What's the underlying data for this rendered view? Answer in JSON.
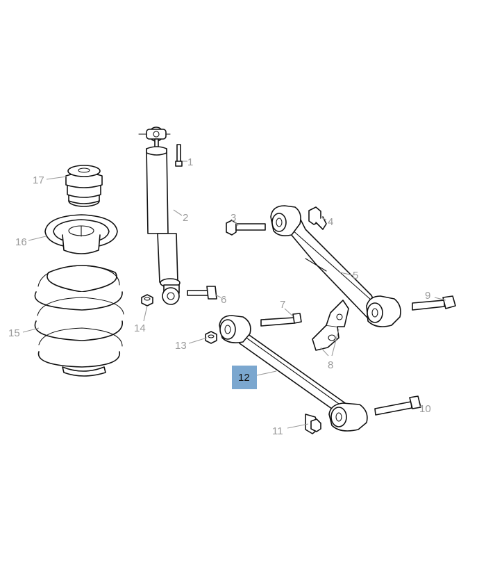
{
  "diagram": {
    "highlight_color": "#7ba7cf",
    "label_color": "#9a9a9a",
    "highlighted_part": "12",
    "callouts": [
      {
        "id": "c1",
        "label": "1"
      },
      {
        "id": "c2",
        "label": "2"
      },
      {
        "id": "c3",
        "label": "3"
      },
      {
        "id": "c4",
        "label": "4"
      },
      {
        "id": "c5",
        "label": "5"
      },
      {
        "id": "c6",
        "label": "6"
      },
      {
        "id": "c7",
        "label": "7"
      },
      {
        "id": "c8",
        "label": "8"
      },
      {
        "id": "c9",
        "label": "9"
      },
      {
        "id": "c10",
        "label": "10"
      },
      {
        "id": "c11",
        "label": "11"
      },
      {
        "id": "c12",
        "label": "12"
      },
      {
        "id": "c13",
        "label": "13"
      },
      {
        "id": "c14",
        "label": "14"
      },
      {
        "id": "c15",
        "label": "15"
      },
      {
        "id": "c16",
        "label": "16"
      },
      {
        "id": "c17",
        "label": "17"
      }
    ]
  }
}
